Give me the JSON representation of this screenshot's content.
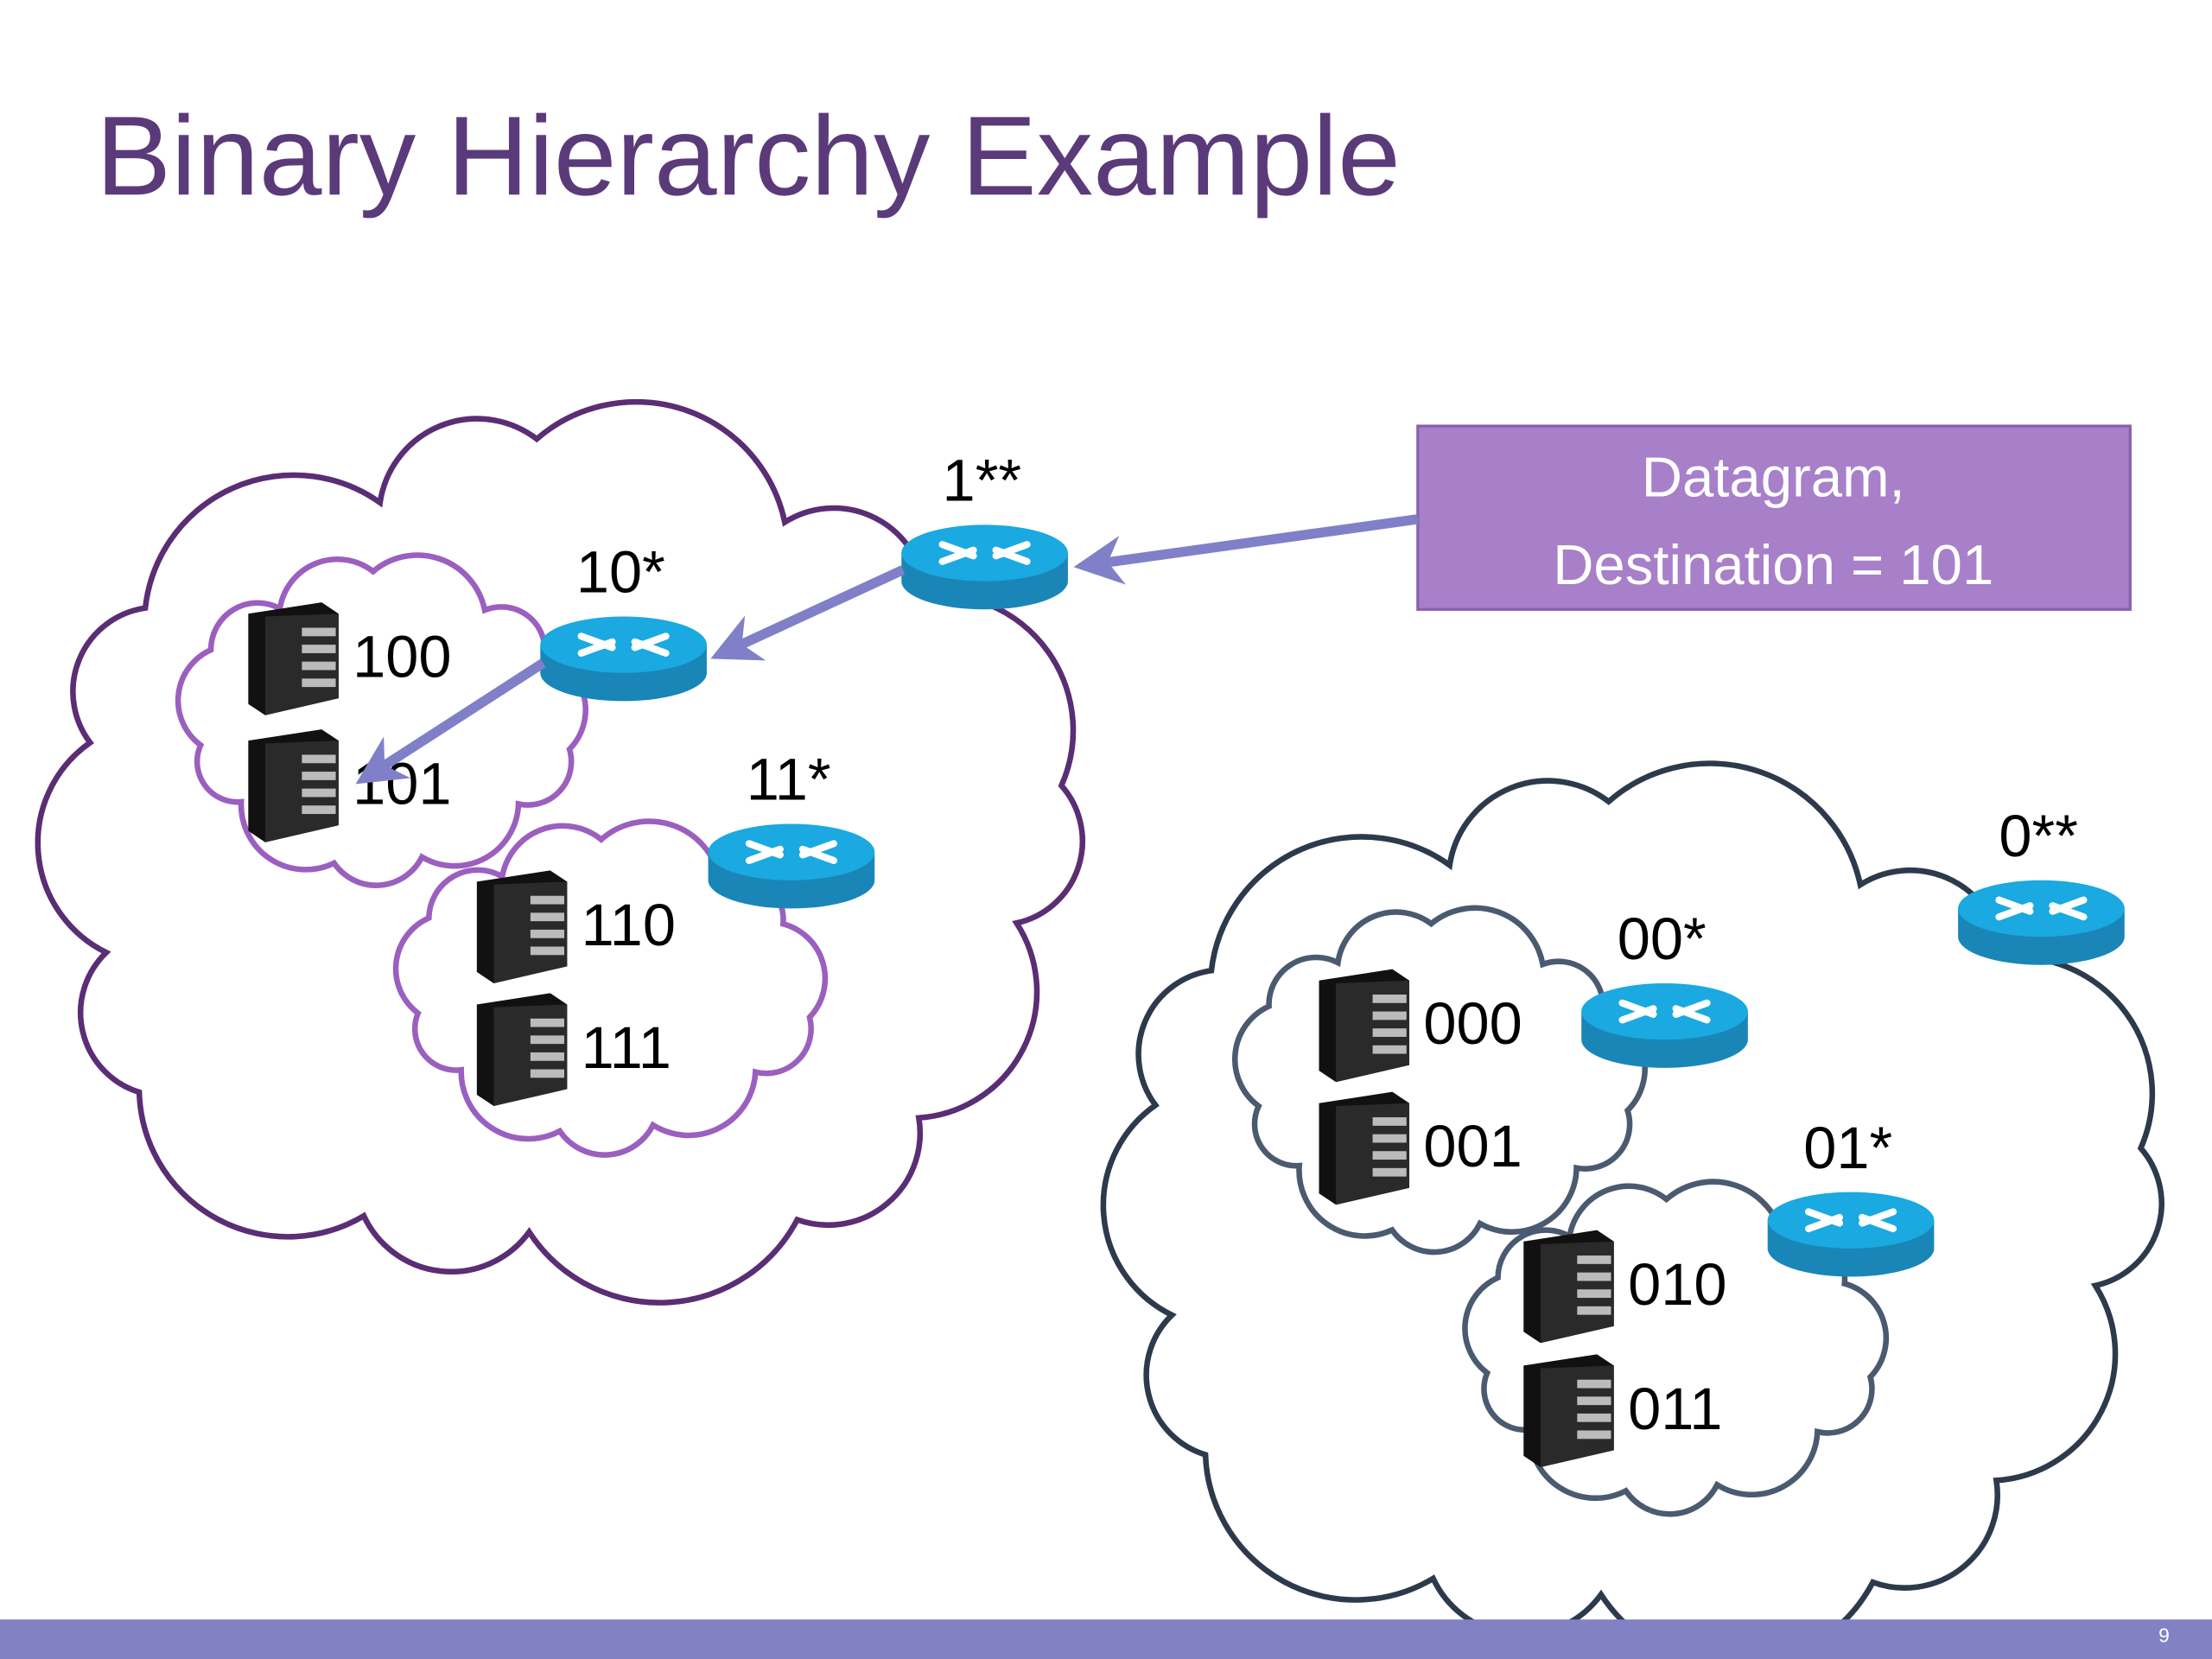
{
  "slide": {
    "title": "Binary Hierarchy Example",
    "page_number": "9",
    "datagram": {
      "line1": "Datagram,",
      "line2": "Destination = 101"
    },
    "colors": {
      "title": "#5b3a7a",
      "footer_bar": "#8281c3",
      "datagram_fill": "#a87fc9",
      "arrow": "#8080c8",
      "cloud_group_1": "#5a2d74",
      "cloud_subnet_1": "#9b5fc0",
      "cloud_group_0": "#2c3a4c",
      "cloud_subnet_0": "#4a5a70",
      "router": "#1aa9e0"
    },
    "routers": [
      {
        "label": "1**"
      },
      {
        "label": "10*"
      },
      {
        "label": "11*"
      },
      {
        "label": "0**"
      },
      {
        "label": "00*"
      },
      {
        "label": "01*"
      }
    ],
    "hosts": [
      {
        "label": "100"
      },
      {
        "label": "101"
      },
      {
        "label": "110"
      },
      {
        "label": "111"
      },
      {
        "label": "000"
      },
      {
        "label": "001"
      },
      {
        "label": "010"
      },
      {
        "label": "011"
      }
    ]
  }
}
